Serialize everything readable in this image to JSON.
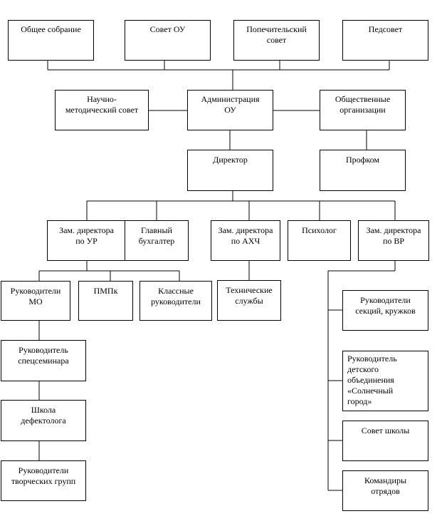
{
  "nodes": {
    "obshchee_sobranie": "Общее собрание",
    "sovet_ou": "Совет ОУ",
    "popechitelskiy_sovet": "Попечительский\nсовет",
    "pedsovet": "Педсовет",
    "nauchno_metod_sovet": "Научно-\nметодический совет",
    "administratsiya": "Администрация\nОУ",
    "obshchestvennye_org": "Общественные\nорганизации",
    "direktor": "Директор",
    "profkom": "Профком",
    "zam_ur": "Зам. директора\nпо УР",
    "glavbukh": "Главный\nбухгалтер",
    "zam_ahch": "Зам. директора\nпо АХЧ",
    "psiholog": "Психолог",
    "zam_vr": "Зам. директора\nпо ВР",
    "ruk_mo": "Руководители\nМО",
    "pmpk": "ПМПк",
    "klassnye_ruk": "Классные\nруководители",
    "tech_sluzhby": "Технические\nслужбы",
    "ruk_seminara": "Руководитель\nспецсеминара",
    "shkola_defektologa": "Школа\nдефектолога",
    "ruk_tvorch_grupp": "Руководители\nтворческих групп",
    "ruk_sektsiy": "Руководители\nсекций, кружков",
    "ruk_detskogo_obed": "Руководитель\nдетского\nобъединения\n«Солнечный\nгород»",
    "sovet_shkoly": "Совет школы",
    "komandiry_otryadov": "Командиры\nотрядов"
  }
}
